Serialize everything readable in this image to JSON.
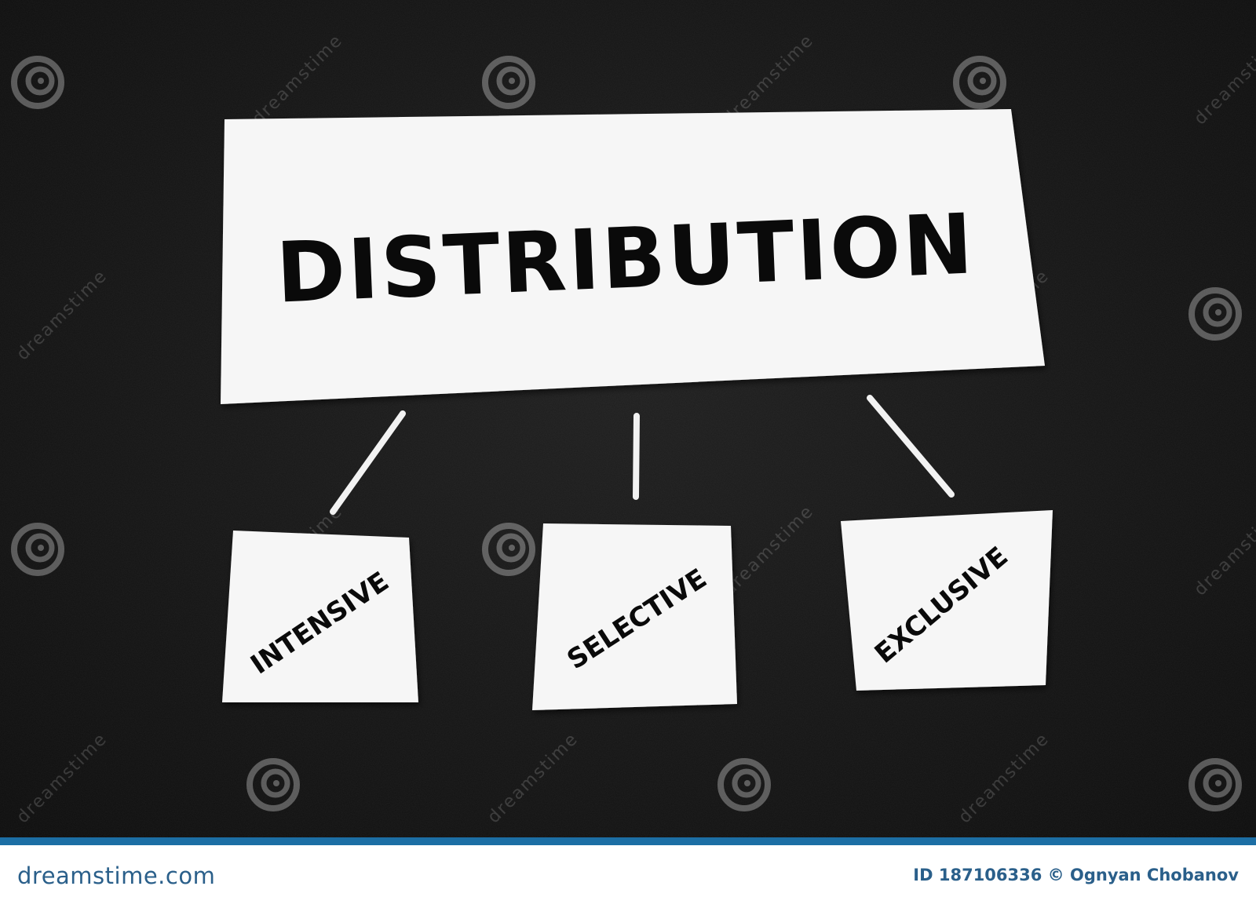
{
  "main_card": {
    "title": "DISTRIBUTION"
  },
  "sub_cards": [
    {
      "label": "INTENSIVE"
    },
    {
      "label": "SELECTIVE"
    },
    {
      "label": "EXCLUSIVE"
    }
  ],
  "watermark": {
    "text": "dreamstime"
  },
  "footer": {
    "brand": "dreamstime.com",
    "credit": "ID 187106336 © Ognyan Chobanov"
  },
  "colors": {
    "background": "#141414",
    "card": "#f6f6f6",
    "connector": "#f2f2f2",
    "footer_stripe": "#1c6ea4",
    "footer_text": "#2a5f8a"
  }
}
